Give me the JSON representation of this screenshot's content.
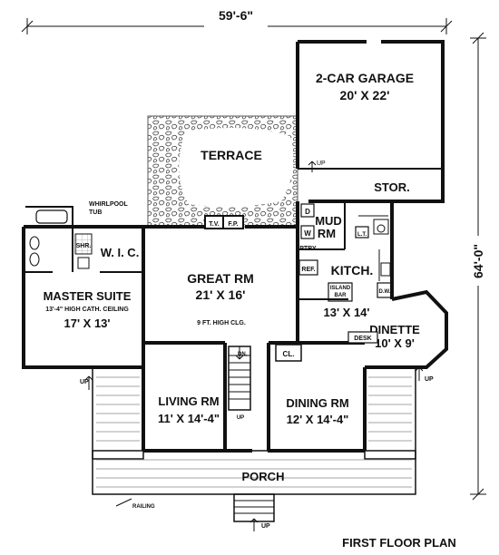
{
  "dimensions": {
    "width_label": "59'-6\"",
    "depth_label": "64'-0\""
  },
  "rooms": {
    "garage": {
      "name": "2-CAR GARAGE",
      "size": "20' X 22'"
    },
    "storage": {
      "name": "STOR."
    },
    "terrace": {
      "name": "TERRACE"
    },
    "tv": {
      "name": "T.V."
    },
    "fireplace": {
      "name": "F.P."
    },
    "mud_room": {
      "name_line1": "MUD",
      "name_line2": "RM"
    },
    "whirlpool": {
      "name_line1": "WHIRLPOOL",
      "name_line2": "TUB"
    },
    "shower": {
      "name": "SHR."
    },
    "wic": {
      "name": "W. I. C."
    },
    "master_suite": {
      "name": "MASTER SUITE",
      "note": "13'-4\" HIGH CATH. CEILING",
      "size": "17' X 13'"
    },
    "great_room": {
      "name": "GREAT RM",
      "size": "21' X 16'",
      "note": "9 FT. HIGH CLG."
    },
    "kitchen": {
      "name": "KITCH.",
      "size": "13' X 14'",
      "island_line1": "ISLAND",
      "island_line2": "BAR"
    },
    "pantry": {
      "name": "PTRY."
    },
    "refrigerator": {
      "name": "REF."
    },
    "dishwasher": {
      "name": "D.W."
    },
    "dryer": {
      "name": "D"
    },
    "washer": {
      "name": "W"
    },
    "laundry_tub": {
      "name": "L.T."
    },
    "dinette": {
      "name": "DINETTE",
      "size": "10' X 9'"
    },
    "desk": {
      "name": "DESK"
    },
    "closet": {
      "name": "CL."
    },
    "living_room": {
      "name": "LIVING RM",
      "size": "11' X 14'-4\""
    },
    "dining_room": {
      "name": "DINING RM",
      "size": "12' X 14'-4\""
    },
    "porch": {
      "name": "PORCH"
    },
    "railing": {
      "name": "RAILING"
    }
  },
  "annotations": {
    "up_label": "UP",
    "down_label": "DN."
  },
  "plan_title": "FIRST FLOOR PLAN"
}
